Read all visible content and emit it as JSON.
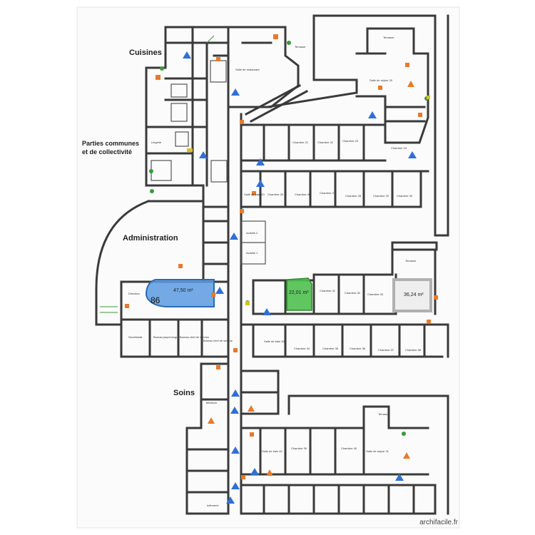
{
  "sections": {
    "cuisines": "Cuisines",
    "parties_communes_1": "Parties communes",
    "parties_communes_2": "et de collectivité",
    "administration": "Administration",
    "soins": "Soins"
  },
  "areas": {
    "blue_area": "47,50 m²",
    "blue_badge": "86",
    "green_area": "22,01 m²",
    "gray_area": "36,24 m²"
  },
  "rooms": {
    "terrasse_top": "Terrasse",
    "terrasse_mid": "Terrasse",
    "terrasse_bottom": "Terrasse",
    "terrasse_north": "Terrasse",
    "salle_restaurant": "Salle de restaurant",
    "salle_sejour_top": "Salle de séjour 20",
    "salle_sejour_bottom": "Salle de séjour 31",
    "lingerie": "Lingerie",
    "direction": "Direction",
    "secretariat": "Secrétariat",
    "bureau_1": "Bureau chef de service",
    "bureau_2": "Bureau chef de service",
    "bureau_psy": "Bureau psychologue",
    "medecin": "Médecin",
    "infirmerie": "Infirmerie",
    "activite_1": "Activité 1",
    "activite_2": "Activité 2",
    "salle_bain_1": "Salle de bain 20",
    "salle_bain_2": "Salle de bain 30",
    "salle_bain_3": "Salle de bain 40",
    "chambres": [
      "Chambre 21",
      "Chambre 22",
      "Chambre 23",
      "Chambre 24",
      "Chambre 25",
      "Chambre 26",
      "Chambre 27",
      "Chambre 28",
      "Chambre 29",
      "Chambre 30",
      "Chambre 31",
      "Chambre 32",
      "Chambre 33",
      "Chambre 34",
      "Chambre 35",
      "Chambre 36",
      "Chambre 37",
      "Chambre 38",
      "Chambre 39",
      "Chambre 40"
    ]
  },
  "watermark": "archifacile.fr",
  "colors": {
    "wall": "#3a3a3a",
    "blue_room": "#4a8fd8",
    "green_room": "#4fc04f",
    "gray_room": "#c8c8c8",
    "warning_triangle": "#2f6fd6",
    "exit_orange": "#e87a2a",
    "safety_green": "#3a9a3a"
  }
}
